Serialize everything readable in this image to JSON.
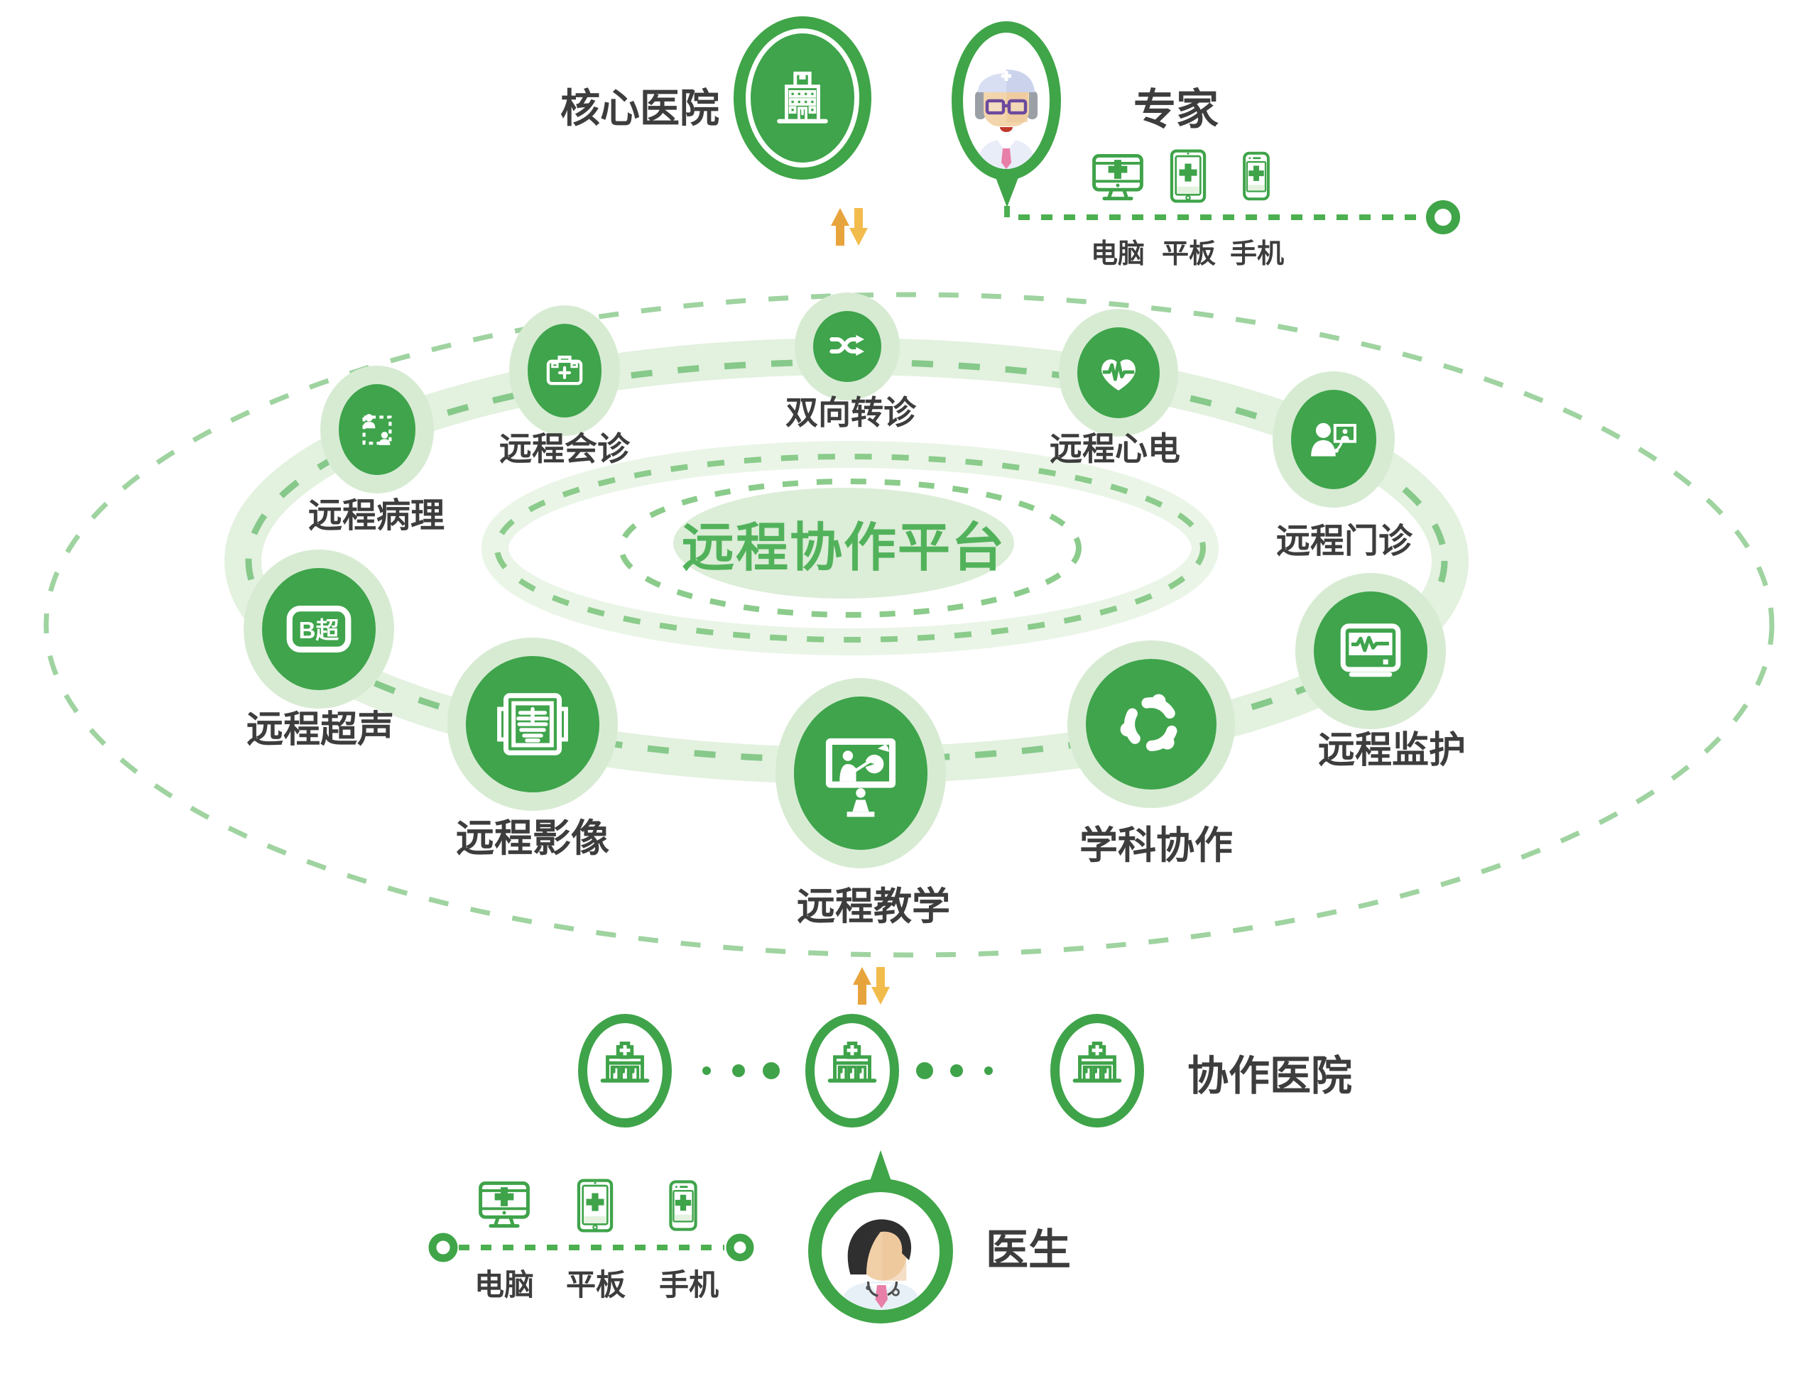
{
  "top": {
    "core_hospital": "核心医院",
    "expert": "专家",
    "device_computer": "电脑",
    "device_tablet": "平板",
    "device_phone": "手机"
  },
  "platform": {
    "title": "远程协作平台"
  },
  "nodes": [
    {
      "label": "远程会诊"
    },
    {
      "label": "双向转诊"
    },
    {
      "label": "远程心电"
    },
    {
      "label": "远程病理"
    },
    {
      "label": "远程门诊"
    },
    {
      "label": "远程超声",
      "icon_text": "B超"
    },
    {
      "label": "远程监护"
    },
    {
      "label": "远程影像"
    },
    {
      "label": "学科协作"
    },
    {
      "label": "远程教学"
    }
  ],
  "bottom": {
    "collab_hospital": "协作医院",
    "doctor": "医生",
    "device_computer": "电脑",
    "device_tablet": "平板",
    "device_phone": "手机"
  },
  "colors": {
    "green": "#3FA44C",
    "ring_green": "#3FA548",
    "halo": "#D7EBD3",
    "band": "#E3F1DF",
    "dash": "#86C98A",
    "title_green": "#52B25B",
    "text_dark": "#3D3D3D",
    "arrow_orange": "#E8A43C",
    "arrow_gold": "#F2BC4D"
  }
}
